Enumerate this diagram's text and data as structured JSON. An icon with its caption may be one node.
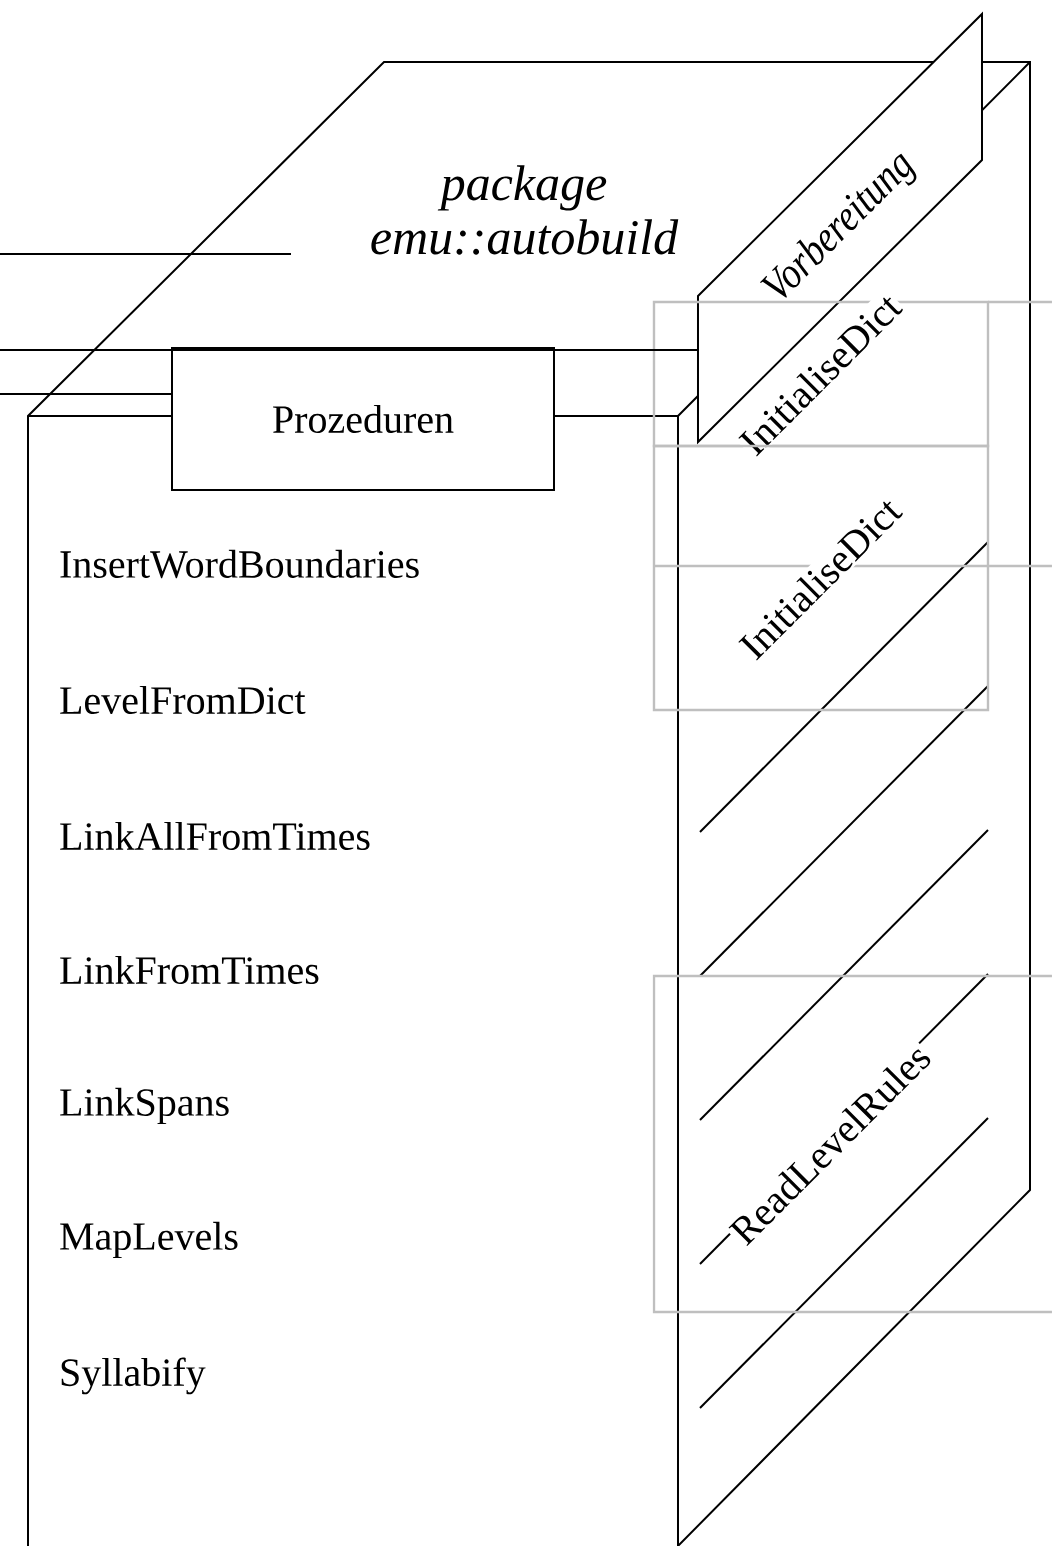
{
  "diagram": {
    "nodes": [
      {
        "text": [
          "package emu::autobuild"
        ]
      },
      {
        "text": [
          "Prozeduren"
        ]
      },
      {
        "text": [
          "Vorbereitung"
        ]
      },
      {
        "text": [
          "InitialiseDict"
        ]
      },
      {
        "text": [
          "InitialiseDict"
        ]
      },
      {
        "text": [
          "ReadLevelRules"
        ]
      }
    ],
    "edges": [
      {
        "from": null,
        "to": 0,
        "arrow": "none"
      },
      {
        "from": null,
        "to": 2,
        "arrow": "none"
      },
      {
        "from": null,
        "to": 1,
        "arrow": "none"
      }
    ],
    "labels": [
      "InsertWordBoundaries",
      "LevelFromDict",
      "LinkAllFromTimes",
      "LinkFromTimes",
      "LinkSpans",
      "MapLevels",
      "Syllabify"
    ]
  }
}
